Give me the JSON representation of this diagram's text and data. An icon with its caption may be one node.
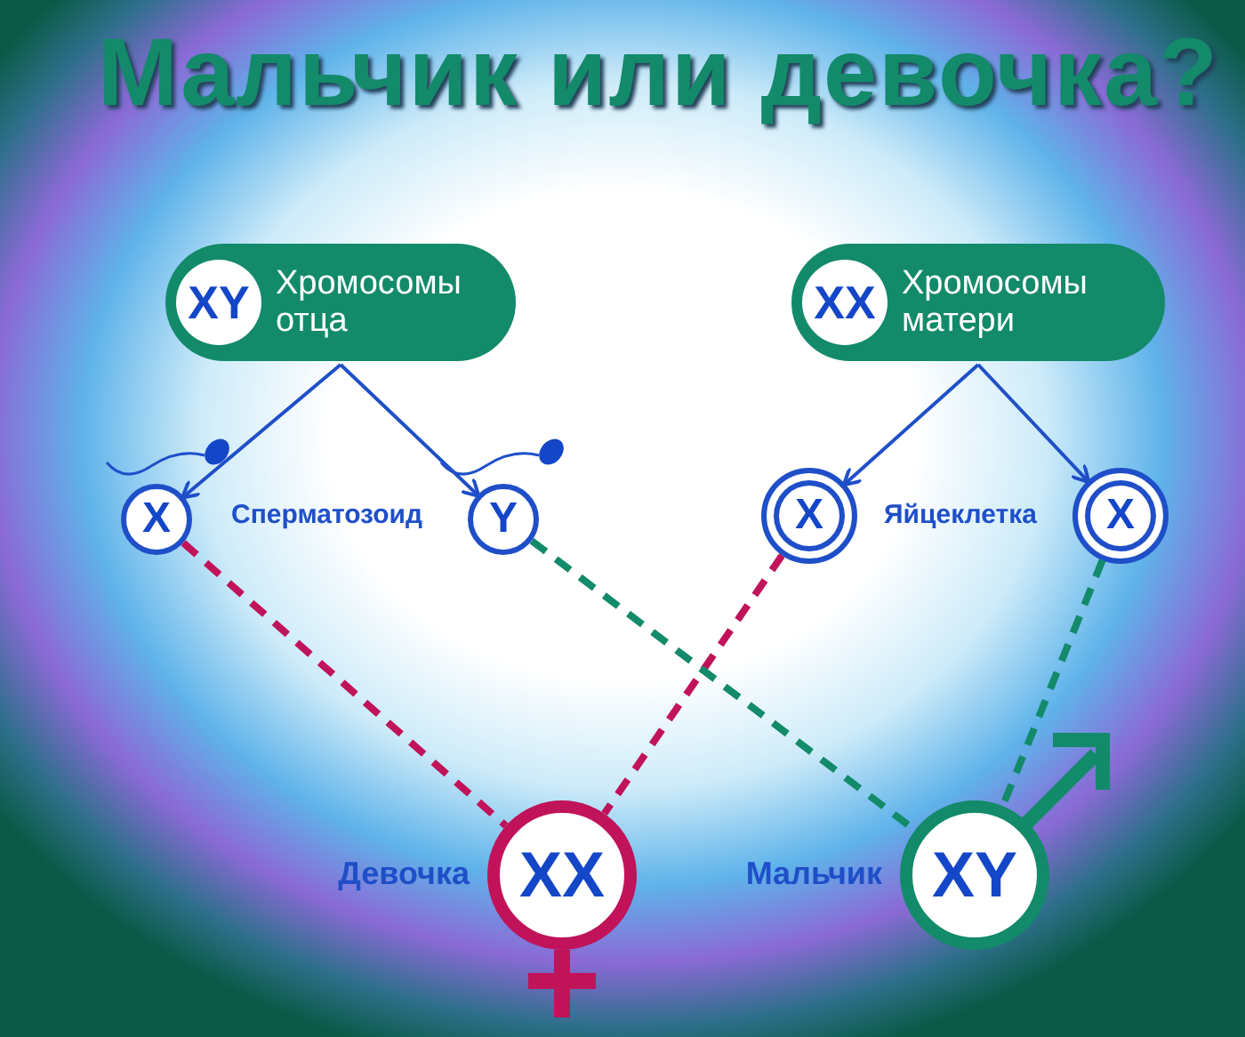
{
  "diagram": {
    "title": "Мальчик или девочка?",
    "nodes": [
      {
        "text": [
          "Хромосомы отца"
        ]
      },
      {
        "text": [
          "XY"
        ],
        "in": 0
      },
      {
        "text": [
          "Хромосомы матери"
        ]
      },
      {
        "text": [
          "XX"
        ],
        "in": 2
      },
      {
        "text": [
          "X"
        ]
      },
      {
        "text": [
          "Y"
        ]
      },
      {
        "text": [
          "X"
        ]
      },
      {
        "text": [
          "X"
        ]
      },
      {
        "text": [
          "XX"
        ],
        "beside": [
          "Девочка"
        ]
      },
      {
        "text": [
          "XY"
        ],
        "beside": [
          "Мальчик"
        ]
      }
    ],
    "edges": [
      {
        "from": 0,
        "to": 4,
        "arrow": "to"
      },
      {
        "from": 0,
        "to": 5,
        "arrow": "to"
      },
      {
        "from": 2,
        "to": 6,
        "arrow": "to"
      },
      {
        "from": 2,
        "to": 7,
        "arrow": "to"
      },
      {
        "from": 4,
        "to": 8,
        "arrow": "none",
        "style": "dashed",
        "color": "#c0135a"
      },
      {
        "from": 6,
        "to": 8,
        "arrow": "none",
        "style": "dashed",
        "color": "#c0135a"
      },
      {
        "from": 5,
        "to": 9,
        "arrow": "none",
        "style": "dashed",
        "color": "#138a6a"
      },
      {
        "from": 7,
        "to": 9,
        "arrow": "none",
        "style": "dashed",
        "color": "#138a6a"
      }
    ],
    "labels": [
      "Сперматозоид",
      "Яйцеклетка"
    ]
  }
}
